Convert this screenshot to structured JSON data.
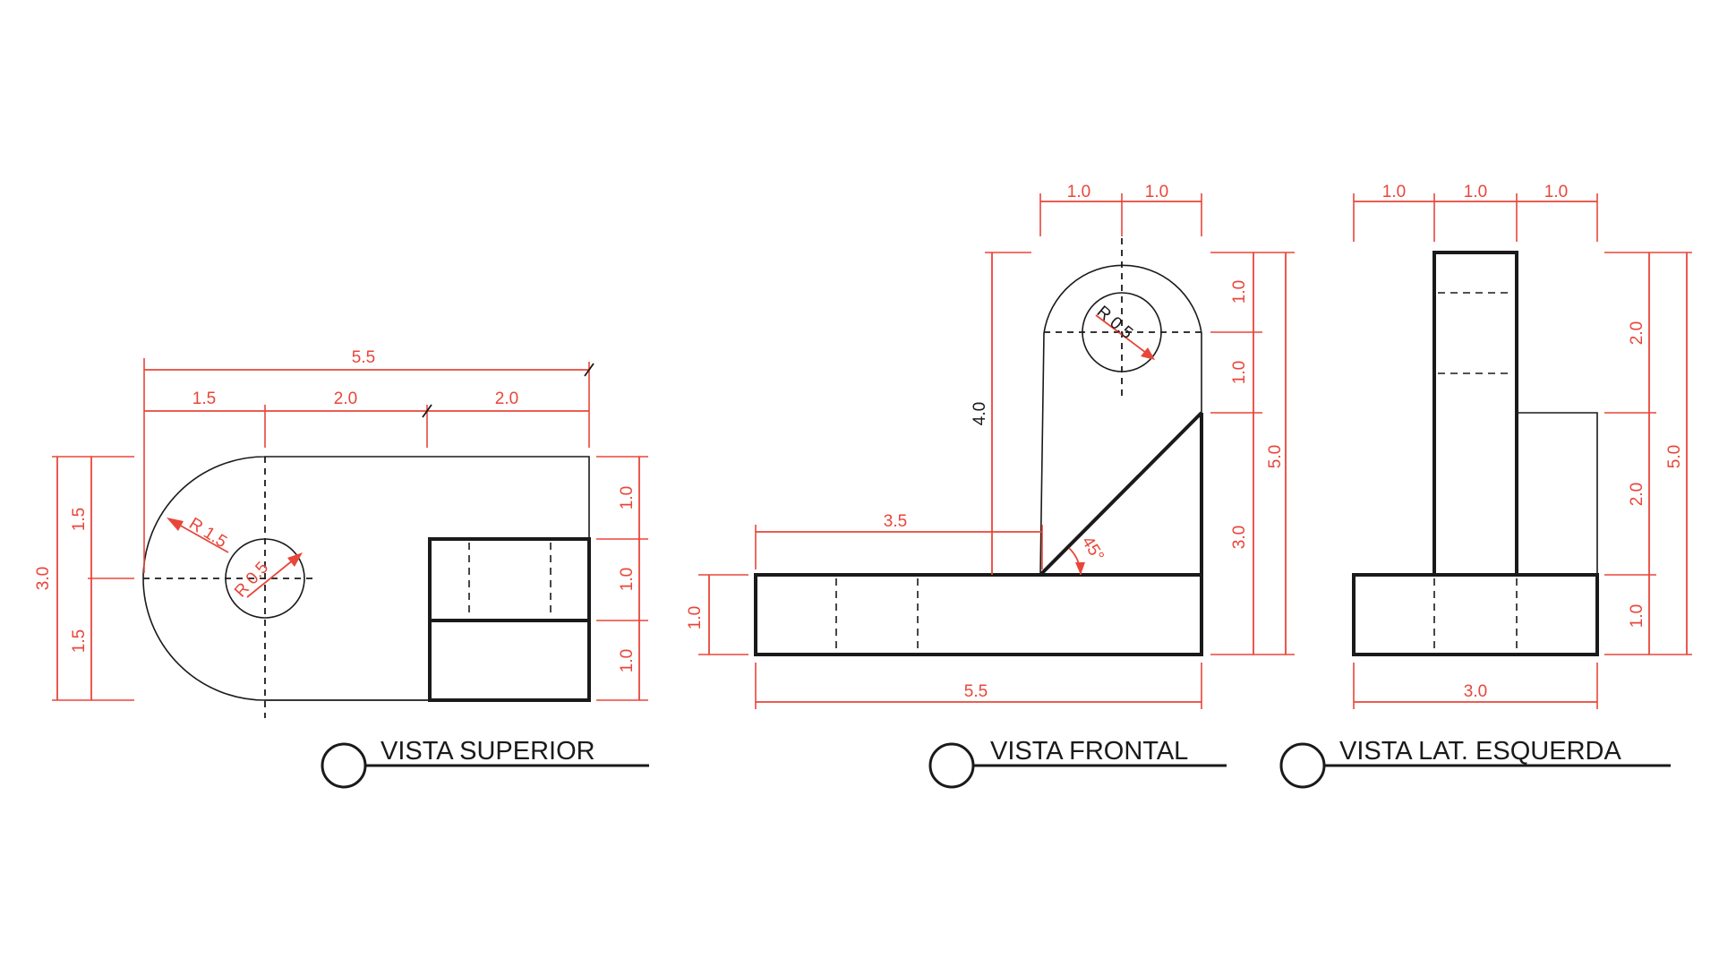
{
  "colors": {
    "dimension": "#e8463a",
    "object": "#1a1a1a",
    "background": "#ffffff"
  },
  "views": {
    "top": {
      "title": "VISTA SUPERIOR",
      "dims": {
        "overall_width": "5.5",
        "seg_left": "1.5",
        "seg_mid": "2.0",
        "seg_right": "2.0",
        "height_upper": "1.5",
        "height_lower": "1.5",
        "height_total": "3.0",
        "right_top": "1.0",
        "right_mid": "1.0",
        "right_bottom": "1.0",
        "radius_outer": "R 1.5",
        "radius_hole": "R 0.5"
      }
    },
    "front": {
      "title": "VISTA FRONTAL",
      "dims": {
        "top_left": "1.0",
        "top_right": "1.0",
        "height_4": "4.0",
        "length_35": "3.5",
        "base_height": "1.0",
        "overall_width": "5.5",
        "right_upper": "1.0",
        "right_mid": "1.0",
        "right_lower": "3.0",
        "overall_height": "5.0",
        "radius_hole": "R 0.5",
        "angle": "45°"
      }
    },
    "side": {
      "title": "VISTA LAT. ESQUERDA",
      "dims": {
        "top_left": "1.0",
        "top_mid": "1.0",
        "top_right": "1.0",
        "left_upper": "2.0",
        "left_mid": "2.0",
        "left_lower": "1.0",
        "overall_height": "5.0",
        "bottom_width": "3.0"
      }
    }
  }
}
